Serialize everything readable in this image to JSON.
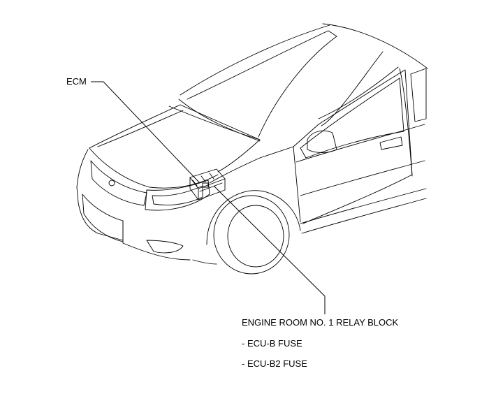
{
  "labels": {
    "ecm": "ECM",
    "relay_block": "ENGINE ROOM NO. 1 RELAY BLOCK",
    "fuses": [
      "- ECU-B FUSE",
      "- ECU-B2 FUSE"
    ]
  },
  "colors": {
    "line": "#000000",
    "background": "#ffffff"
  }
}
